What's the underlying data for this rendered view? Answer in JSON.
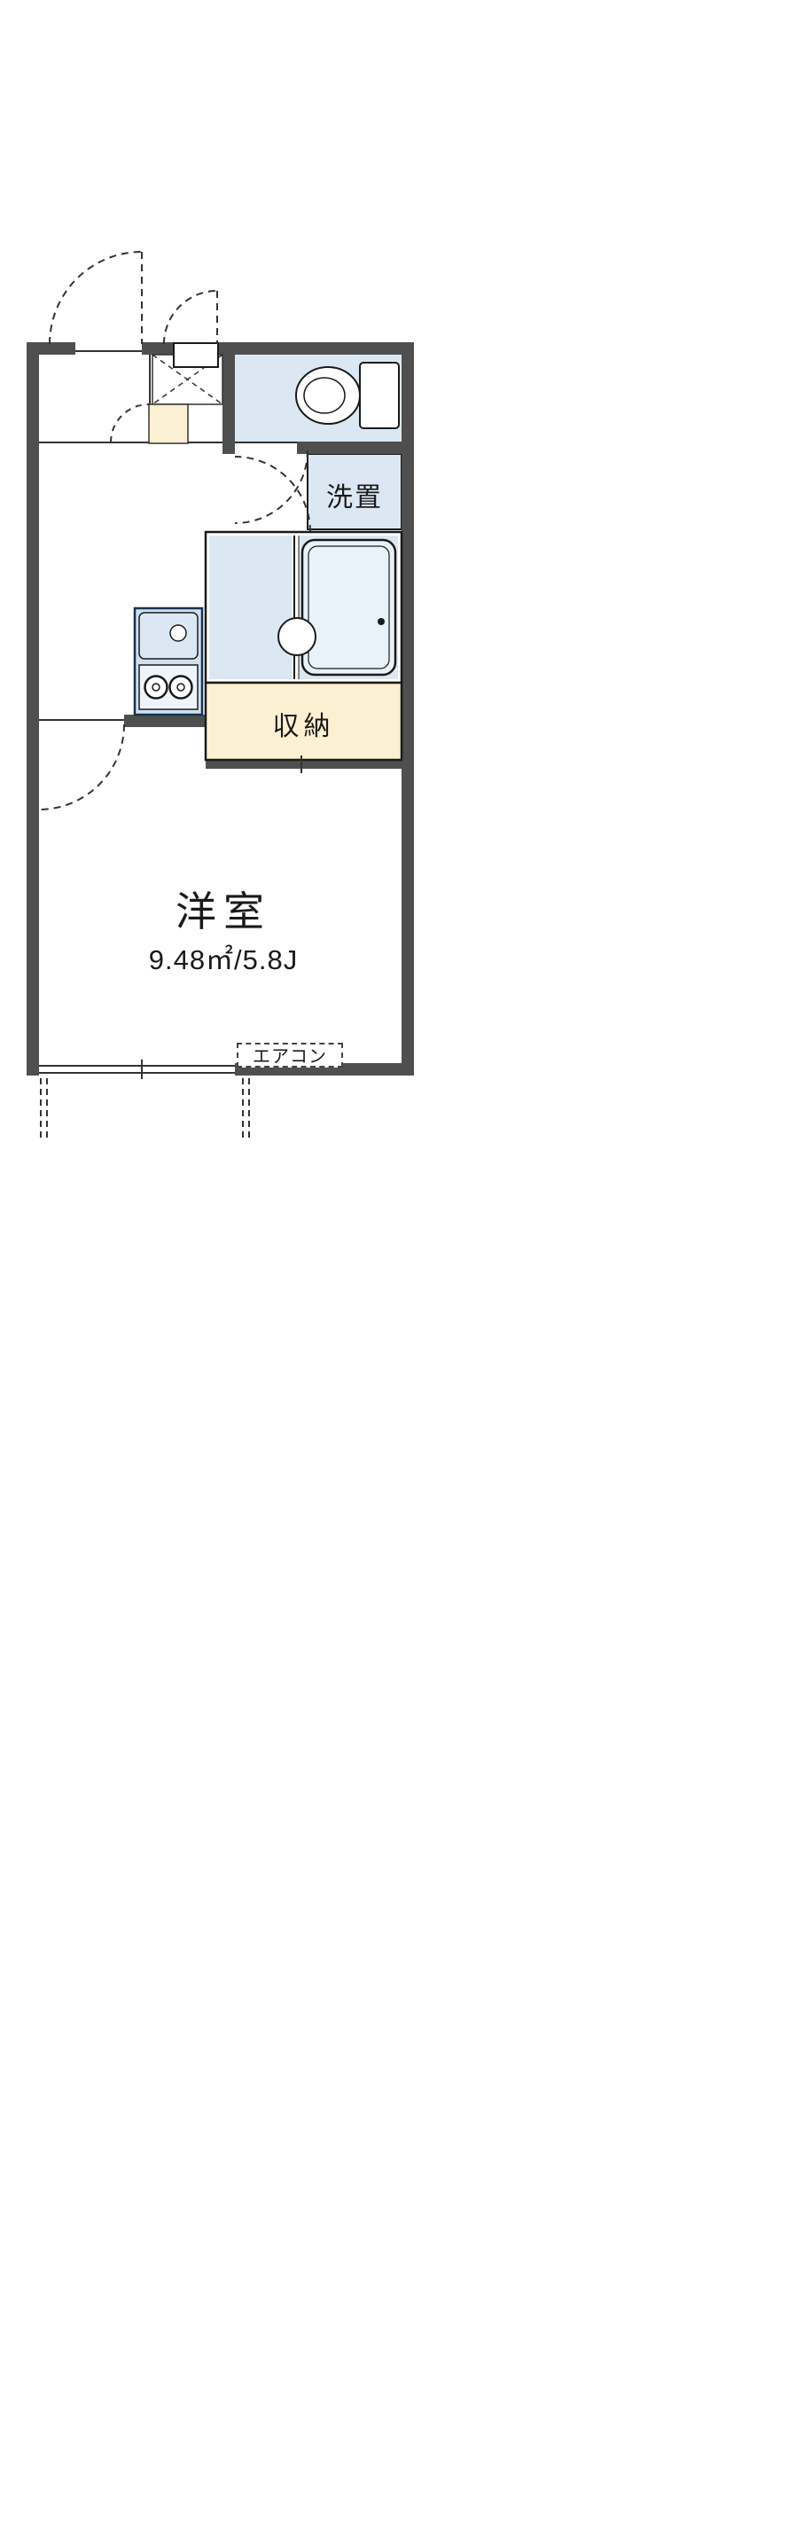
{
  "title": "floor-plan",
  "colors": {
    "wall": "#4f4f4f",
    "water": "#dbe8f4",
    "tub": "#e9f1f9",
    "storage": "#fcf0d3",
    "counter": "#cfe0ef",
    "line": "#1a1a1a"
  },
  "labels": {
    "laundry": "洗置",
    "storage": "収納",
    "main_room": "洋室",
    "main_room_size": "9.48㎡/5.8J",
    "aircon": "エアコン"
  },
  "fixtures": {
    "toilet": "toilet-icon",
    "bathtub": "bathtub-icon",
    "sink": "kitchen-sink-icon",
    "stove": "stove-burners-icon",
    "door_swings": "dashed-arc-door-swing",
    "balcony_edge": "dashed-balcony-lines"
  }
}
